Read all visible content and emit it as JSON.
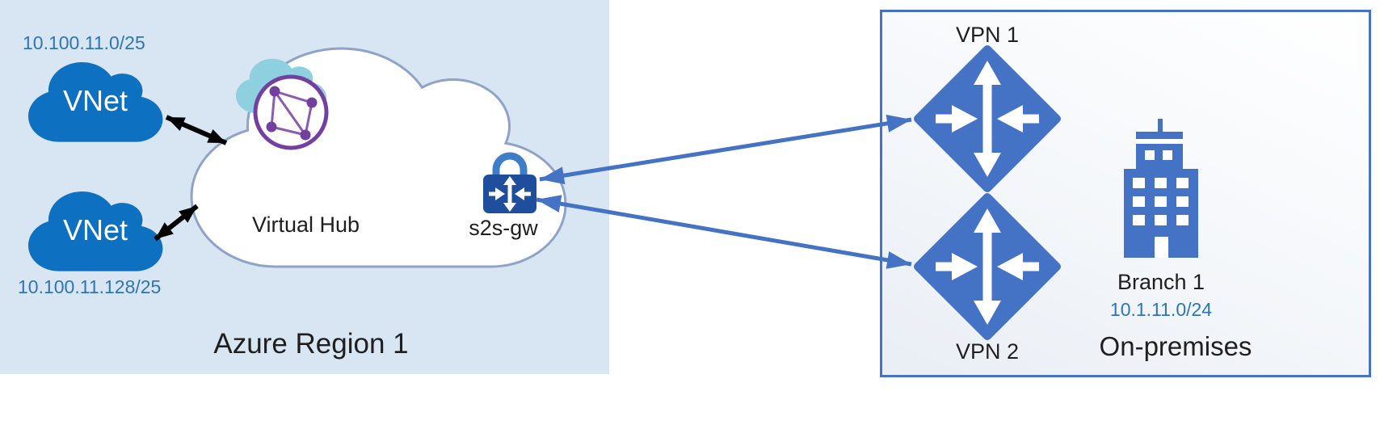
{
  "azure_region": {
    "label": "Azure Region 1",
    "vnet1": {
      "label": "VNet",
      "cidr": "10.100.11.0/25"
    },
    "vnet2": {
      "label": "VNet",
      "cidr": "10.100.11.128/25"
    },
    "virtual_hub": {
      "label": "Virtual Hub"
    },
    "gateway": {
      "label": "s2s-gw"
    }
  },
  "on_premises": {
    "label": "On-premises",
    "vpn1": {
      "label": "VPN 1"
    },
    "vpn2": {
      "label": "VPN 2"
    },
    "branch": {
      "label": "Branch 1",
      "cidr": "10.1.11.0/24"
    }
  },
  "icons": {
    "vnet": "cloud-icon",
    "virtual_hub": "cloud-outline-icon",
    "virtual_network": "virtual-network-globe-icon",
    "gateway": "vpn-lock-gateway-icon",
    "vpn_device": "vpn-gateway-diamond-icon",
    "branch": "office-building-icon",
    "connection": "double-arrow-connector"
  },
  "colors": {
    "region_background": "#d8e5f2",
    "vnet_cloud_blue": "#0e70c0",
    "cidr_text_blue": "#2e75b6",
    "hub_cloud_outline": "#8fa3c8",
    "virtual_network_purple": "#7440a0",
    "virtual_network_cloud": "#8ecfe0",
    "lock_body_blue": "#1e4e9c",
    "lock_shackle_blue": "#3e7ec8",
    "device_blue": "#4472c4",
    "connector_blue": "#4472c4",
    "connector_black": "#000000",
    "onprem_border_blue": "#4472c4",
    "label_text": "#1f1f1f"
  }
}
